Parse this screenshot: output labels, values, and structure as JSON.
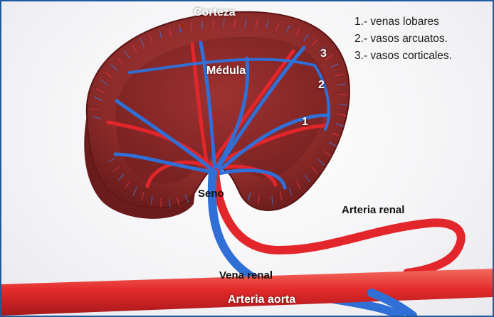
{
  "labels": {
    "corteza": "Corteza",
    "medula": "Médula",
    "seno": "Seno",
    "arteria_renal": "Arteria renal",
    "vena_renal": "Vena renal",
    "arteria_aorta": "Arteria aorta"
  },
  "markers": [
    "1",
    "2",
    "3"
  ],
  "legend": [
    "1.- venas lobares",
    "2.- vasos arcuatos.",
    "3.- vasos corticales."
  ],
  "colors": {
    "frame_border": "#1e5b9e",
    "kidney_tissue": "#8e2a2a",
    "artery": "#e3262b",
    "vein": "#2f6fd6"
  }
}
